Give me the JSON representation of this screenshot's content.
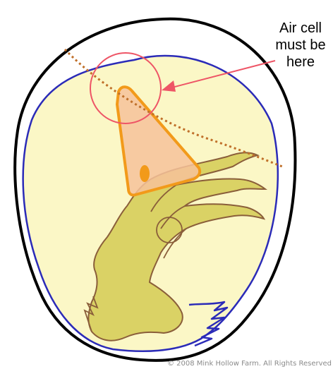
{
  "callout": {
    "lines": [
      "Air cell",
      "must be",
      "here"
    ]
  },
  "copyright": "© 2008 Mink Hollow Farm. All Rights Reserved",
  "colors": {
    "egg_outline": "#000000",
    "egg_fill": "#ffffff",
    "membrane_outline": "#2b2bb8",
    "inner_fill": "#fbf7c6",
    "aircell_line": "#c0702a",
    "beak_outline": "#f29a1a",
    "beak_fill": "#f6c29a",
    "chick_fill": "#d6cd5a",
    "chick_outline": "#8a5e3a",
    "circle_and_arrow": "#ee5566"
  }
}
